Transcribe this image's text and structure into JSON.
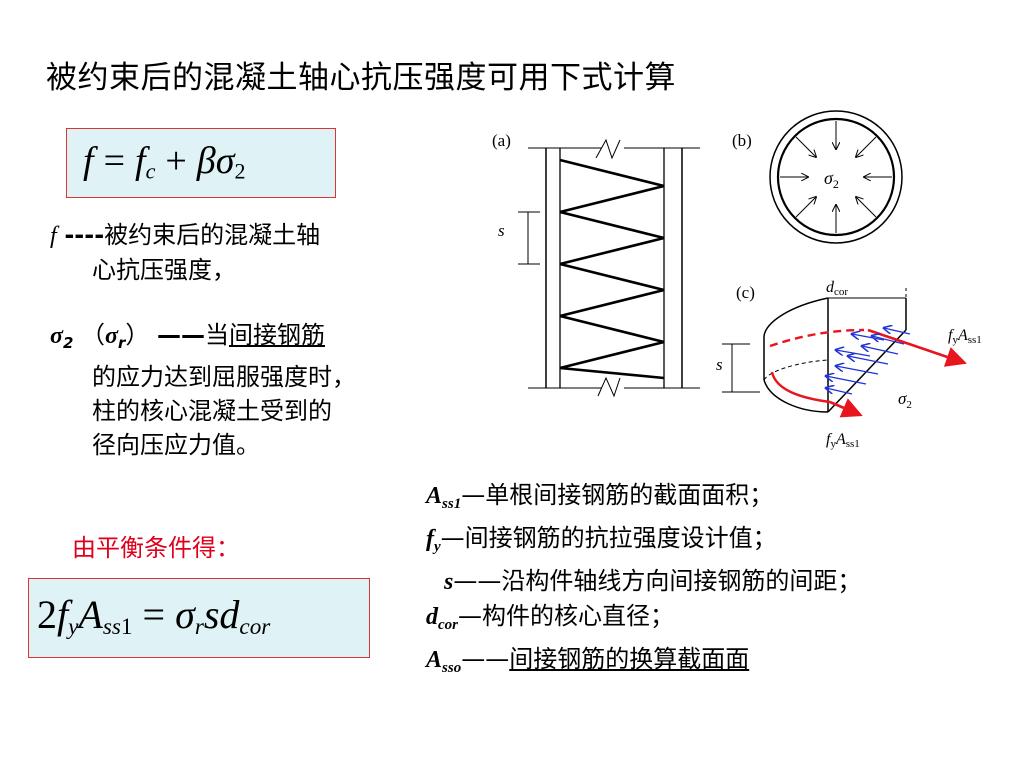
{
  "title": "被约束后的混凝土轴心抗压强度可用下式计算",
  "formula1": {
    "lhs": "f",
    "eq": "=",
    "fc_base": "f",
    "fc_sub": "c",
    "plus": "+",
    "beta": "β",
    "sigma": "σ",
    "sigma_sub": "2"
  },
  "desc_f": {
    "symbol": "f",
    "dashes": "----",
    "line1": "被约束后的混凝土轴",
    "line2": "心抗压强度，"
  },
  "desc_sigma": {
    "sym2": "σ",
    "sub2": "2",
    "paren_open": "（",
    "symr": "σ",
    "subr": "r",
    "paren_close": "）",
    "dash": "——",
    "text_a": "当",
    "text_u": "间接钢筋",
    "line2": "的应力达到屈服强度时，",
    "line3": "柱的核心混凝土受到的",
    "line4": "径向压应力值。"
  },
  "balance_label": "由平衡条件得：",
  "formula2": {
    "coef": "2",
    "fy_base": "f",
    "fy_sub": "y",
    "A_base": "A",
    "A_sub": "ss",
    "A_sub2": "1",
    "eq": "=",
    "sigma": "σ",
    "sigma_sub": "r",
    "s": "s",
    "d": "d",
    "d_sub": "cor"
  },
  "definitions": [
    {
      "sym": "A",
      "sub": "ss1",
      "dash": "—",
      "text": "单根间接钢筋的截面面积；"
    },
    {
      "sym": "f",
      "sub": "y",
      "dash": "—",
      "text": "间接钢筋的抗拉强度设计值；"
    },
    {
      "sym": "s",
      "sub": "",
      "dash": "——",
      "text": "沿构件轴线方向间接钢筋的间距；"
    },
    {
      "sym": "d",
      "sub": "cor",
      "dash": "—",
      "text": "构件的核心直径；"
    },
    {
      "sym": "A",
      "sub": "sso",
      "dash": "——",
      "text": "间接钢筋的换算截面面"
    }
  ],
  "figure": {
    "label_a": "(a)",
    "label_b": "(b)",
    "label_c": "(c)",
    "s_label": "s",
    "sigma2": "σ",
    "sigma2_sub": "2",
    "dcor": "d",
    "dcor_sub": "cor",
    "fyAss1_f": "f",
    "fyAss1_y": "y",
    "fyAss1_A": "A",
    "fyAss1_sub": "ss1",
    "colors": {
      "arrow_red": "#e8141e",
      "arrow_blue": "#1f33d6",
      "box_fill": "#dff3f6",
      "box_border": "#dd3333"
    }
  }
}
